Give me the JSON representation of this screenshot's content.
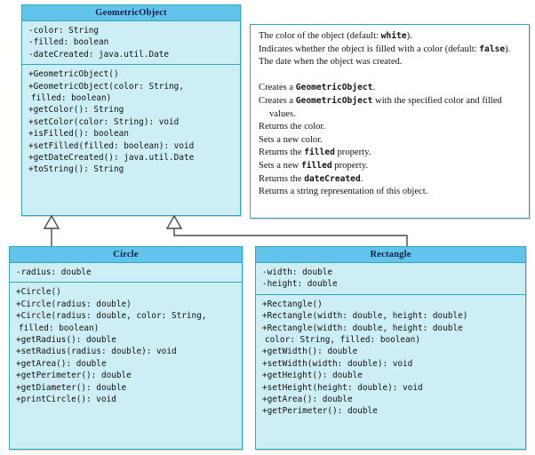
{
  "diagram": {
    "title": "GeometricObject class hierarchy UML diagram",
    "colors": {
      "header_fill": "#62c4ea",
      "body_fill": "#cdeef5",
      "border": "#2fa8bf",
      "note_fill": "#ffffff",
      "connector": "#4a4a4a"
    }
  },
  "classes": {
    "geometric_object": {
      "name": "GeometricObject",
      "fields": [
        "-color: String",
        "-filled: boolean",
        "-dateCreated: java.util.Date"
      ],
      "methods": [
        {
          "text": "+GeometricObject()",
          "continuation": false
        },
        {
          "text": "+GeometricObject(color: String,",
          "continuation": false
        },
        {
          "text": "filled: boolean)",
          "continuation": true
        },
        {
          "text": "+getColor(): String",
          "continuation": false
        },
        {
          "text": "+setColor(color: String): void",
          "continuation": false
        },
        {
          "text": "+isFilled(): boolean",
          "continuation": false
        },
        {
          "text": "+setFilled(filled: boolean): void",
          "continuation": false
        },
        {
          "text": "+getDateCreated(): java.util.Date",
          "continuation": false
        },
        {
          "text": "+toString(): String",
          "continuation": false
        }
      ]
    },
    "circle": {
      "name": "Circle",
      "fields": [
        "-radius: double"
      ],
      "methods": [
        {
          "text": "+Circle()",
          "continuation": false
        },
        {
          "text": "+Circle(radius: double)",
          "continuation": false
        },
        {
          "text": "+Circle(radius: double, color: String,",
          "continuation": false
        },
        {
          "text": "filled: boolean)",
          "continuation": true
        },
        {
          "text": "+getRadius(): double",
          "continuation": false
        },
        {
          "text": "+setRadius(radius: double): void",
          "continuation": false
        },
        {
          "text": "+getArea(): double",
          "continuation": false
        },
        {
          "text": "+getPerimeter(): double",
          "continuation": false
        },
        {
          "text": "+getDiameter(): double",
          "continuation": false
        },
        {
          "text": "+printCircle(): void",
          "continuation": false
        }
      ]
    },
    "rectangle": {
      "name": "Rectangle",
      "fields": [
        "-width: double",
        "-height: double"
      ],
      "methods": [
        {
          "text": "+Rectangle()",
          "continuation": false
        },
        {
          "text": "+Rectangle(width: double, height: double)",
          "continuation": false
        },
        {
          "text": "+Rectangle(width: double, height: double",
          "continuation": false
        },
        {
          "text": "color: String, filled: boolean)",
          "continuation": true
        },
        {
          "text": "+getWidth(): double",
          "continuation": false
        },
        {
          "text": "+setWidth(width: double): void",
          "continuation": false
        },
        {
          "text": "+getHeight(): double",
          "continuation": false
        },
        {
          "text": "+setHeight(height: double): void",
          "continuation": false
        },
        {
          "text": "+getArea(): double",
          "continuation": false
        },
        {
          "text": "+getPerimeter(): double",
          "continuation": false
        }
      ]
    }
  },
  "note": {
    "lines": [
      {
        "kind": "text",
        "parts": [
          {
            "t": "The color of the object (default: ",
            "mono": false
          },
          {
            "t": "white",
            "mono": true
          },
          {
            "t": ").",
            "mono": false
          }
        ]
      },
      {
        "kind": "text",
        "parts": [
          {
            "t": "Indicates whether the object is filled with a color (default: ",
            "mono": false
          },
          {
            "t": "false",
            "mono": true
          },
          {
            "t": ").",
            "mono": false
          }
        ]
      },
      {
        "kind": "text",
        "parts": [
          {
            "t": "The date when the object was created.",
            "mono": false
          }
        ]
      },
      {
        "kind": "spacer",
        "parts": []
      },
      {
        "kind": "text",
        "parts": [
          {
            "t": "Creates a ",
            "mono": false
          },
          {
            "t": "GeometricObject",
            "mono": true
          },
          {
            "t": ".",
            "mono": false
          }
        ]
      },
      {
        "kind": "text",
        "parts": [
          {
            "t": "Creates a ",
            "mono": false
          },
          {
            "t": "GeometricObject",
            "mono": true
          },
          {
            "t": " with the specified color and filled",
            "mono": false
          }
        ]
      },
      {
        "kind": "cont",
        "parts": [
          {
            "t": "values.",
            "mono": false
          }
        ]
      },
      {
        "kind": "text",
        "parts": [
          {
            "t": "Returns the color.",
            "mono": false
          }
        ]
      },
      {
        "kind": "text",
        "parts": [
          {
            "t": "Sets a new color.",
            "mono": false
          }
        ]
      },
      {
        "kind": "text",
        "parts": [
          {
            "t": "Returns the ",
            "mono": false
          },
          {
            "t": "filled",
            "mono": true
          },
          {
            "t": " property.",
            "mono": false
          }
        ]
      },
      {
        "kind": "text",
        "parts": [
          {
            "t": "Sets a new ",
            "mono": false
          },
          {
            "t": "filled",
            "mono": true
          },
          {
            "t": " property.",
            "mono": false
          }
        ]
      },
      {
        "kind": "text",
        "parts": [
          {
            "t": "Returns the ",
            "mono": false
          },
          {
            "t": "dateCreated",
            "mono": true
          },
          {
            "t": ".",
            "mono": false
          }
        ]
      },
      {
        "kind": "text",
        "parts": [
          {
            "t": "Returns a string representation of this object.",
            "mono": false
          }
        ]
      }
    ]
  },
  "connectors": [
    {
      "name": "circle-inheritance-arrow",
      "from": "Circle",
      "to": "GeometricObject",
      "type": "generalization"
    },
    {
      "name": "rectangle-inheritance-arrow",
      "from": "Rectangle",
      "to": "GeometricObject",
      "type": "generalization"
    }
  ]
}
